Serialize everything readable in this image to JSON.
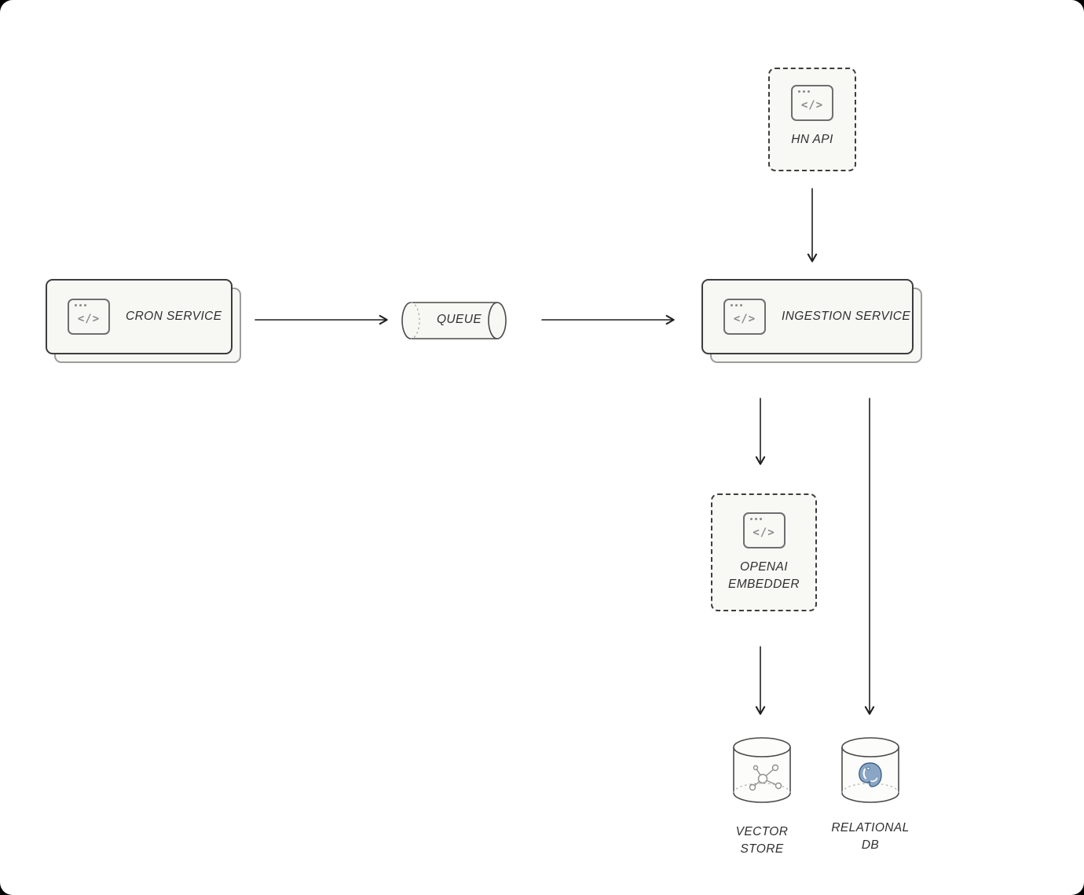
{
  "diagram": {
    "code_glyph": "</>",
    "nodes": {
      "hn_api": {
        "label": "HN API",
        "icon": "code-window-icon",
        "style": "dashed-box"
      },
      "cron_service": {
        "label": "CRON SERVICE",
        "icon": "code-window-icon",
        "style": "stacked-card"
      },
      "queue": {
        "label": "QUEUE",
        "icon": "pipe-cylinder",
        "style": "horizontal-cylinder"
      },
      "ingestion_service": {
        "label": "INGESTION SERVICE",
        "icon": "code-window-icon",
        "style": "stacked-card"
      },
      "openai_embedder": {
        "label": "OPENAI EMBEDDER",
        "icon": "code-window-icon",
        "style": "dashed-box"
      },
      "vector_store": {
        "label": "VECTOR STORE",
        "icon": "graph-network-icon",
        "style": "database-cylinder"
      },
      "relational_db": {
        "label": "RELATIONAL DB",
        "icon": "postgresql-elephant-icon",
        "style": "database-cylinder"
      }
    },
    "edges": [
      {
        "from": "cron_service",
        "to": "queue"
      },
      {
        "from": "queue",
        "to": "ingestion_service"
      },
      {
        "from": "hn_api",
        "to": "ingestion_service"
      },
      {
        "from": "ingestion_service",
        "to": "openai_embedder"
      },
      {
        "from": "openai_embedder",
        "to": "vector_store"
      },
      {
        "from": "ingestion_service",
        "to": "relational_db"
      }
    ],
    "colors": {
      "canvas_background": "#ffffff",
      "node_fill": "#f7f7f4",
      "node_border": "#3d3d3d",
      "shadow_border": "#9c9c9c",
      "label_text": "#2f2f2f",
      "icon_stroke": "#8a8a8a",
      "arrow": "#1f1f1f",
      "postgres_blue": "#89a7c4"
    }
  }
}
